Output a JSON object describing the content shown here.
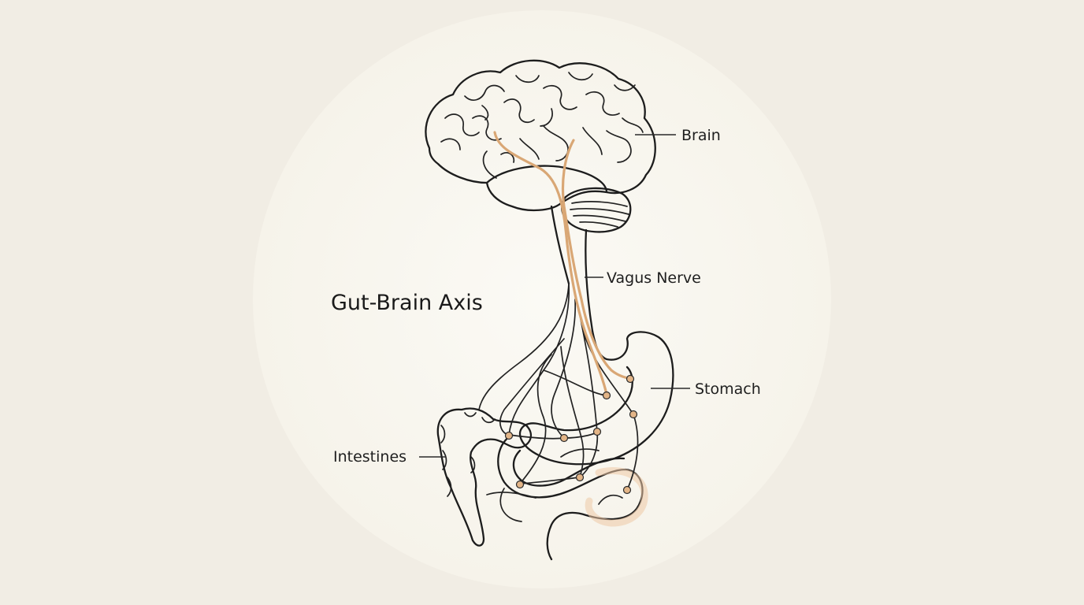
{
  "diagram": {
    "title": "Gut-Brain Axis",
    "labels": {
      "brain": "Brain",
      "vagus_nerve": "Vagus Nerve",
      "stomach": "Stomach",
      "intestines": "Intestines"
    }
  },
  "colors": {
    "background": "#f1ede4",
    "disc": "#f8f6ef",
    "organ_fill": "#f7f8fb",
    "organ_shade": "#c9d5e6",
    "nerve": "#d9a775",
    "node": "#e3b587",
    "ink": "#1d1d1d"
  }
}
